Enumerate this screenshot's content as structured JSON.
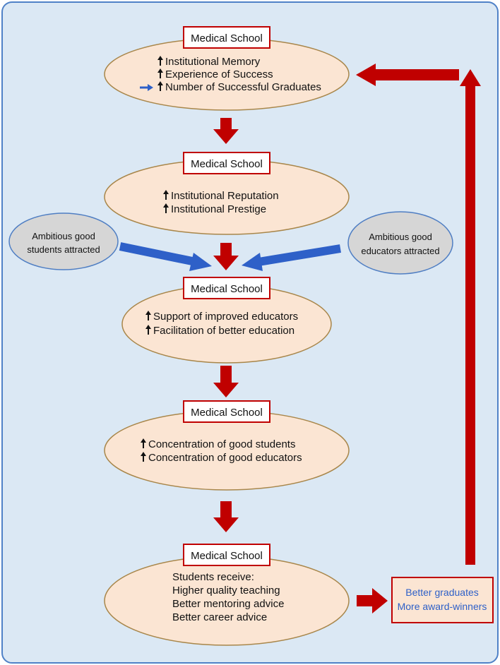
{
  "stages": [
    {
      "header": "Medical School",
      "lines": [
        {
          "up": true,
          "marker": false,
          "text": "Institutional Memory"
        },
        {
          "up": true,
          "marker": false,
          "text": "Experience of Success"
        },
        {
          "up": true,
          "marker": true,
          "text": "Number of Successful Graduates"
        }
      ]
    },
    {
      "header": "Medical School",
      "lines": [
        {
          "up": true,
          "marker": false,
          "text": "Institutional Reputation"
        },
        {
          "up": true,
          "marker": false,
          "text": "Institutional Prestige"
        }
      ]
    },
    {
      "header": "Medical School",
      "lines": [
        {
          "up": true,
          "marker": false,
          "text": "Support of improved educators"
        },
        {
          "up": true,
          "marker": false,
          "text": "Facilitation of better education"
        }
      ]
    },
    {
      "header": "Medical School",
      "lines": [
        {
          "up": true,
          "marker": false,
          "text": "Concentration of good students"
        },
        {
          "up": true,
          "marker": false,
          "text": "Concentration of good educators"
        }
      ]
    },
    {
      "header": "Medical School",
      "lines": [
        {
          "up": false,
          "marker": false,
          "text": "Students receive:"
        },
        {
          "up": false,
          "marker": false,
          "text": "Higher quality teaching"
        },
        {
          "up": false,
          "marker": false,
          "text": "Better mentoring advice"
        },
        {
          "up": false,
          "marker": false,
          "text": "Better career advice"
        }
      ]
    }
  ],
  "inputs": {
    "left": [
      "Ambitious good",
      "students attracted"
    ],
    "right": [
      "Ambitious good",
      "educators attracted"
    ]
  },
  "outcome": {
    "lines": [
      "Better graduates",
      "More award-winners"
    ]
  },
  "colors": {
    "background": "#dbe8f4",
    "frame_border": "#4f81c7",
    "ellipse_fill": "#fbe5d3",
    "ellipse_stroke": "#a8864a",
    "header_fill": "#ffffff",
    "header_stroke": "#c00000",
    "red_arrow": "#c00000",
    "blue_arrow": "#2e60c8",
    "input_circle_fill": "#d6d6d6",
    "input_circle_stroke": "#4f7ec3",
    "outcome_fill": "#fbe5d3",
    "outcome_stroke": "#c00000",
    "outcome_text": "#2e60c8",
    "text": "#111111"
  }
}
